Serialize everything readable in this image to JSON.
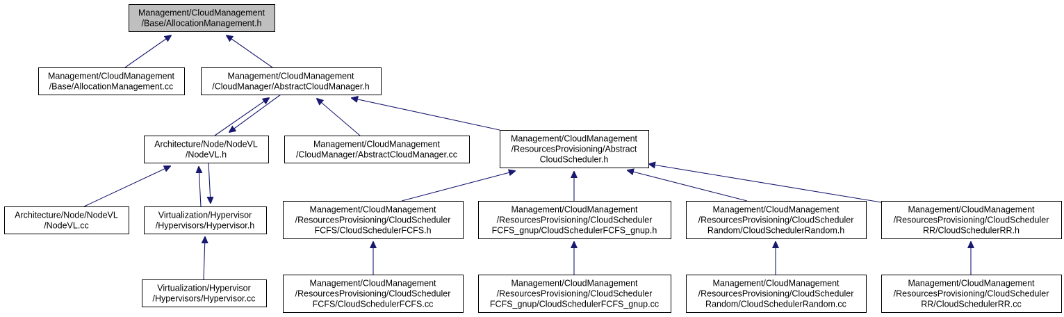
{
  "nodes": {
    "alloc_h": {
      "lines": [
        "Management/CloudManagement",
        "/Base/AllocationManagement.h"
      ],
      "highlighted": true
    },
    "alloc_cc": {
      "lines": [
        "Management/CloudManagement",
        "/Base/AllocationManagement.cc"
      ]
    },
    "abs_cm_h": {
      "lines": [
        "Management/CloudManagement",
        "/CloudManager/AbstractCloudManager.h"
      ]
    },
    "nodevl_h": {
      "lines": [
        "Architecture/Node/NodeVL",
        "/NodeVL.h"
      ]
    },
    "abs_cm_cc": {
      "lines": [
        "Management/CloudManagement",
        "/CloudManager/AbstractCloudManager.cc"
      ]
    },
    "abs_cs_h": {
      "lines": [
        "Management/CloudManagement",
        "/ResourcesProvisioning/Abstract",
        "CloudScheduler.h"
      ]
    },
    "nodevl_cc": {
      "lines": [
        "Architecture/Node/NodeVL",
        "/NodeVL.cc"
      ]
    },
    "hyp_h": {
      "lines": [
        "Virtualization/Hypervisor",
        "/Hypervisors/Hypervisor.h"
      ]
    },
    "fcfs_h": {
      "lines": [
        "Management/CloudManagement",
        "/ResourcesProvisioning/CloudScheduler",
        "FCFS/CloudSchedulerFCFS.h"
      ]
    },
    "gnup_h": {
      "lines": [
        "Management/CloudManagement",
        "/ResourcesProvisioning/CloudScheduler",
        "FCFS_gnup/CloudSchedulerFCFS_gnup.h"
      ]
    },
    "random_h": {
      "lines": [
        "Management/CloudManagement",
        "/ResourcesProvisioning/CloudScheduler",
        "Random/CloudSchedulerRandom.h"
      ]
    },
    "rr_h": {
      "lines": [
        "Management/CloudManagement",
        "/ResourcesProvisioning/CloudScheduler",
        "RR/CloudSchedulerRR.h"
      ]
    },
    "hyp_cc": {
      "lines": [
        "Virtualization/Hypervisor",
        "/Hypervisors/Hypervisor.cc"
      ]
    },
    "fcfs_cc": {
      "lines": [
        "Management/CloudManagement",
        "/ResourcesProvisioning/CloudScheduler",
        "FCFS/CloudSchedulerFCFS.cc"
      ]
    },
    "gnup_cc": {
      "lines": [
        "Management/CloudManagement",
        "/ResourcesProvisioning/CloudScheduler",
        "FCFS_gnup/CloudSchedulerFCFS_gnup.cc"
      ]
    },
    "random_cc": {
      "lines": [
        "Management/CloudManagement",
        "/ResourcesProvisioning/CloudScheduler",
        "Random/CloudSchedulerRandom.cc"
      ]
    },
    "rr_cc": {
      "lines": [
        "Management/CloudManagement",
        "/ResourcesProvisioning/CloudScheduler",
        "RR/CloudSchedulerRR.cc"
      ]
    }
  },
  "edges": [
    {
      "from": "alloc_cc",
      "to": "alloc_h"
    },
    {
      "from": "abs_cm_h",
      "to": "alloc_h"
    },
    {
      "from": "nodevl_h",
      "to": "abs_cm_h"
    },
    {
      "from": "abs_cm_h",
      "to": "nodevl_h"
    },
    {
      "from": "abs_cm_cc",
      "to": "abs_cm_h"
    },
    {
      "from": "abs_cs_h",
      "to": "abs_cm_h"
    },
    {
      "from": "nodevl_cc",
      "to": "nodevl_h"
    },
    {
      "from": "hyp_h",
      "to": "nodevl_h"
    },
    {
      "from": "nodevl_h",
      "to": "hyp_h"
    },
    {
      "from": "hyp_cc",
      "to": "hyp_h"
    },
    {
      "from": "fcfs_h",
      "to": "abs_cs_h"
    },
    {
      "from": "gnup_h",
      "to": "abs_cs_h"
    },
    {
      "from": "random_h",
      "to": "abs_cs_h"
    },
    {
      "from": "rr_h",
      "to": "abs_cs_h"
    },
    {
      "from": "fcfs_cc",
      "to": "fcfs_h"
    },
    {
      "from": "gnup_cc",
      "to": "gnup_h"
    },
    {
      "from": "random_cc",
      "to": "random_h"
    },
    {
      "from": "rr_cc",
      "to": "rr_h"
    }
  ],
  "colors": {
    "edge": "#191970",
    "highlight_fill": "#bfbfbf",
    "box_border": "#000000"
  }
}
